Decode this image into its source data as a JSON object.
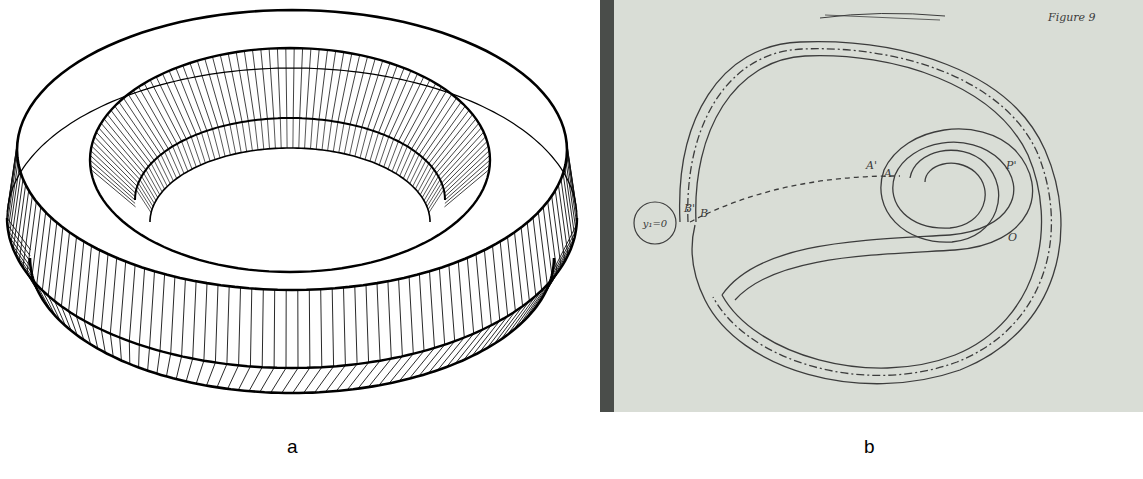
{
  "diagram": {
    "nodes": [
      {
        "text": [
          "y₁=0"
        ]
      }
    ],
    "labels": [
      "a",
      "b",
      "Figure 9",
      "B'",
      "B",
      "A'",
      "A",
      "P'",
      "O"
    ]
  }
}
